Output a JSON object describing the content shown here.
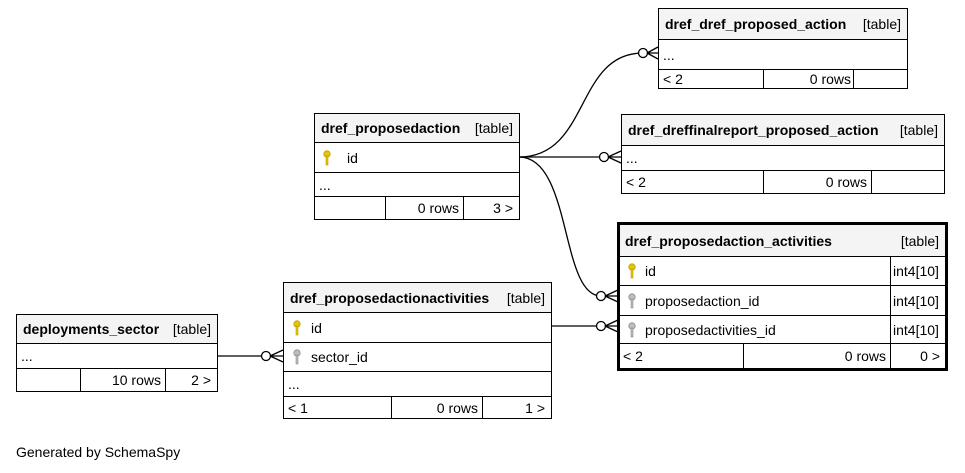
{
  "footer": "Generated by SchemaSpy",
  "colors": {
    "primary_key": "#e6c700",
    "foreign_key": "#9a9a9a",
    "header_bg": "#f4f4f4",
    "line": "#000000"
  },
  "tables": {
    "dref_dref_proposed_action": {
      "name": "dref_dref_proposed_action",
      "kind": "[table]",
      "more": "...",
      "parents": "< 2",
      "rows": "0 rows",
      "children": ""
    },
    "dref_dreffinalreport_proposed_action": {
      "name": "dref_dreffinalreport_proposed_action",
      "kind": "[table]",
      "more": "...",
      "parents": "< 2",
      "rows": "0 rows",
      "children": ""
    },
    "dref_proposedaction": {
      "name": "dref_proposedaction",
      "kind": "[table]",
      "columns": [
        {
          "name": "id",
          "icon": "primary-key-icon"
        }
      ],
      "more": "...",
      "parents": "",
      "rows": "0 rows",
      "children": "3 >"
    },
    "dref_proposedaction_activities": {
      "name": "dref_proposedaction_activities",
      "kind": "[table]",
      "columns": [
        {
          "name": "id",
          "type": "int4[10]",
          "icon": "primary-key-icon"
        },
        {
          "name": "proposedaction_id",
          "type": "int4[10]",
          "icon": "foreign-key-icon"
        },
        {
          "name": "proposedactivities_id",
          "type": "int4[10]",
          "icon": "foreign-key-icon"
        }
      ],
      "parents": "< 2",
      "rows": "0 rows",
      "children": "0 >"
    },
    "dref_proposedactionactivities": {
      "name": "dref_proposedactionactivities",
      "kind": "[table]",
      "columns": [
        {
          "name": "id",
          "icon": "primary-key-icon"
        },
        {
          "name": "sector_id",
          "icon": "foreign-key-icon"
        }
      ],
      "more": "...",
      "parents": "< 1",
      "rows": "0 rows",
      "children": "1 >"
    },
    "deployments_sector": {
      "name": "deployments_sector",
      "kind": "[table]",
      "more": "...",
      "parents": "",
      "rows": "10 rows",
      "children": "2 >"
    }
  }
}
